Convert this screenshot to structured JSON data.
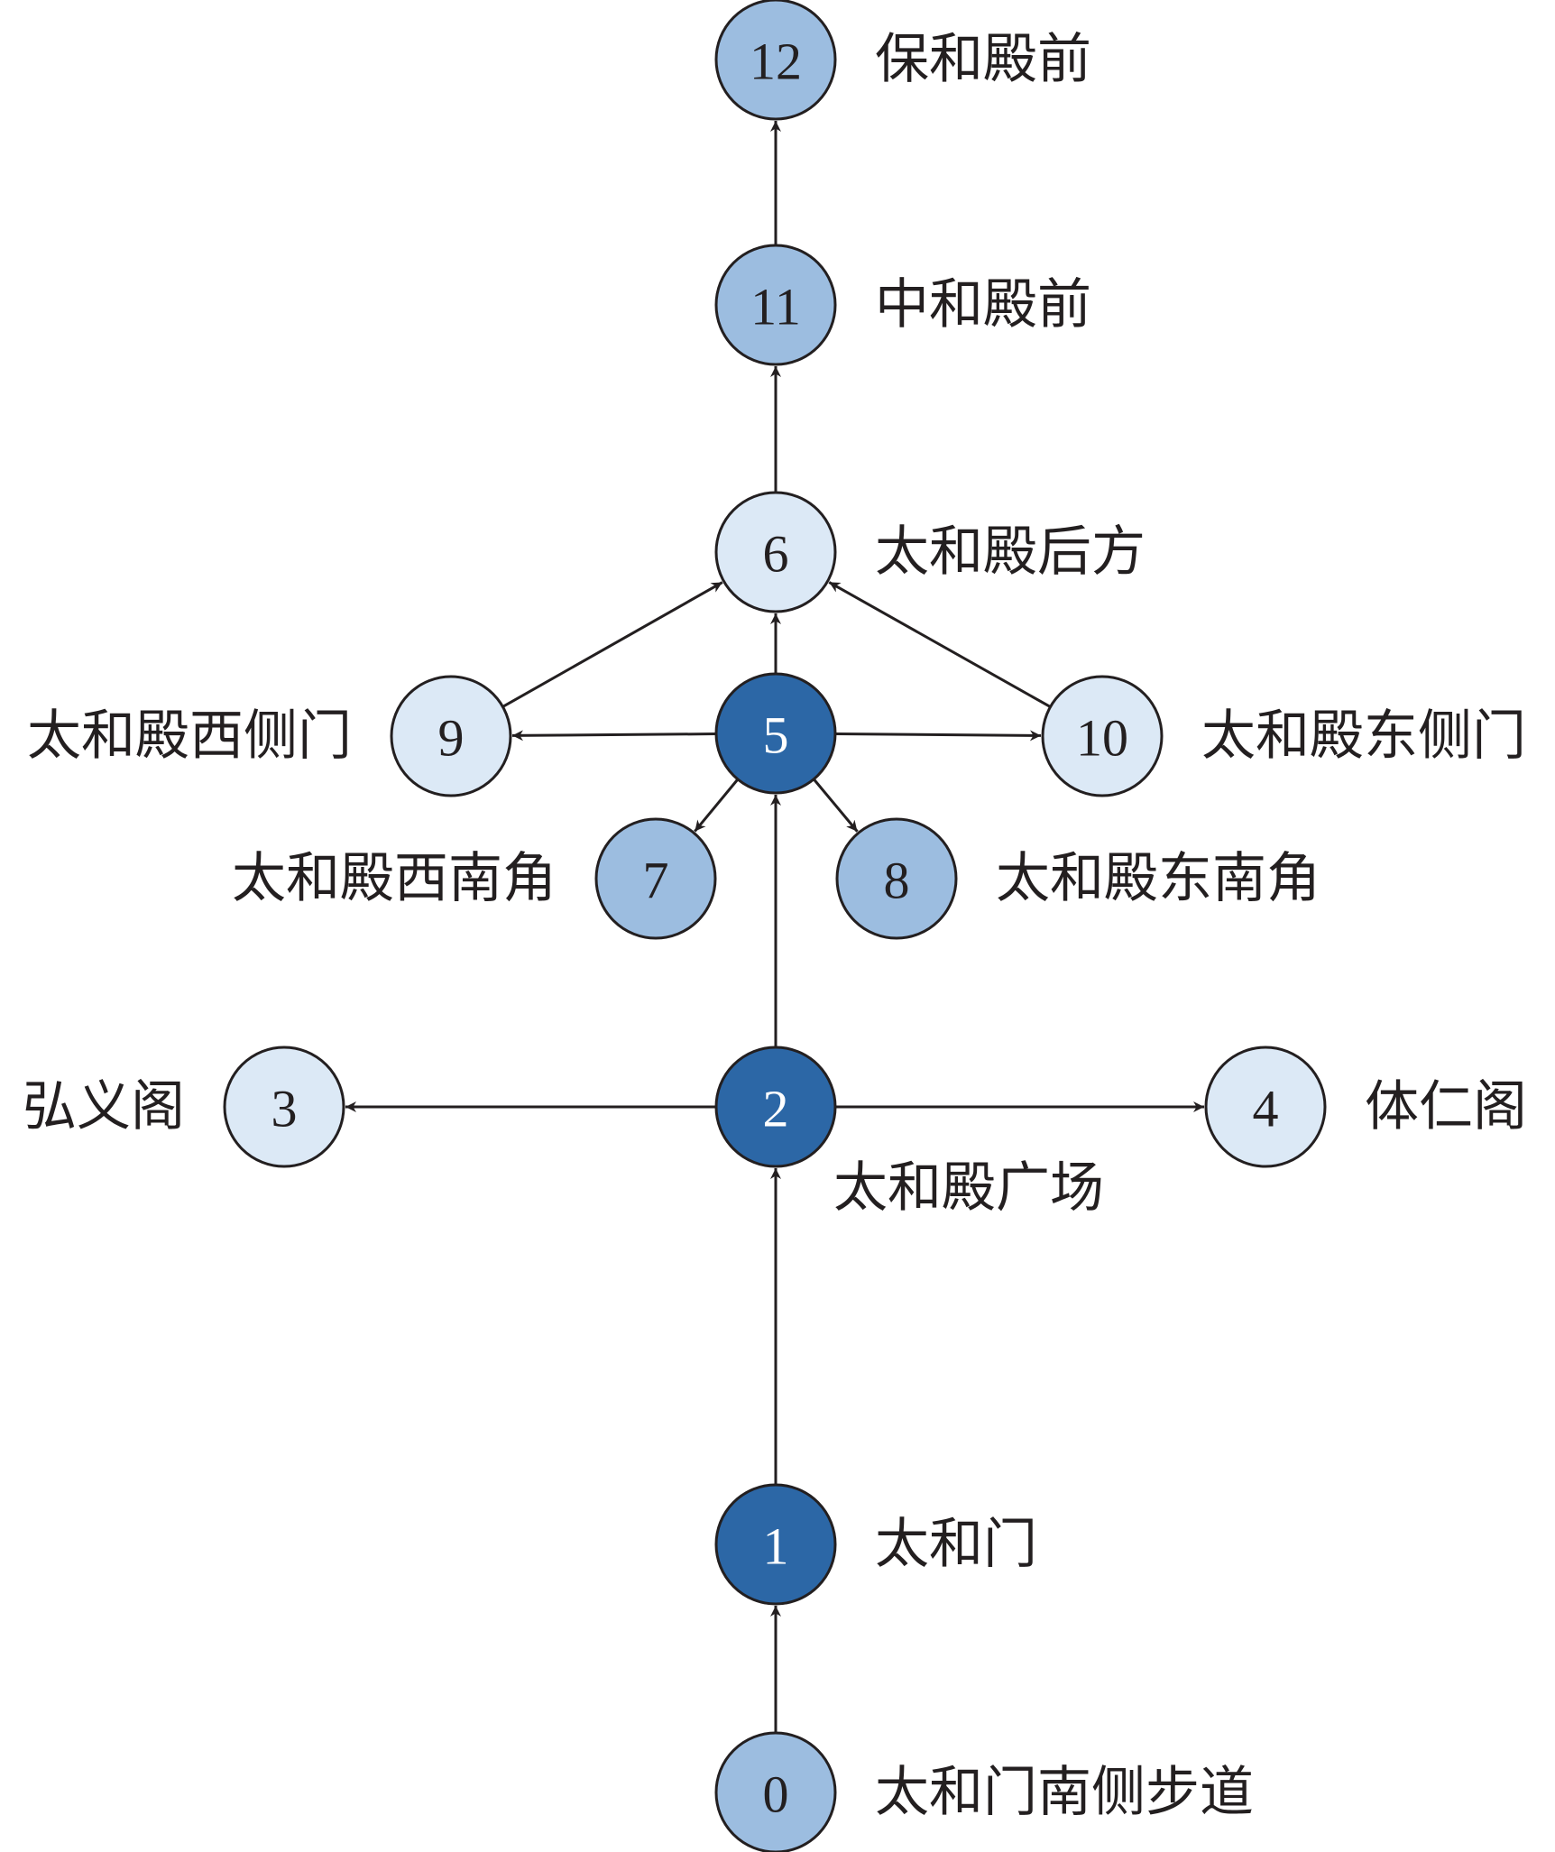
{
  "colors": {
    "dark": "#2c67a6",
    "medium": "#9cbde0",
    "light": "#dce9f6",
    "stroke": "#231f20",
    "text_dark": "#231f20",
    "text_light": "#ffffff"
  },
  "nodes": [
    {
      "id": "0",
      "number": "0",
      "label": "太和门南侧步道",
      "shade": "medium"
    },
    {
      "id": "1",
      "number": "1",
      "label": "太和门",
      "shade": "dark"
    },
    {
      "id": "2",
      "number": "2",
      "label": "太和殿广场",
      "shade": "dark"
    },
    {
      "id": "3",
      "number": "3",
      "label": "弘义阁",
      "shade": "light"
    },
    {
      "id": "4",
      "number": "4",
      "label": "体仁阁",
      "shade": "light"
    },
    {
      "id": "5",
      "number": "5",
      "label": "",
      "shade": "dark"
    },
    {
      "id": "6",
      "number": "6",
      "label": "太和殿后方",
      "shade": "light"
    },
    {
      "id": "7",
      "number": "7",
      "label": "太和殿西南角",
      "shade": "medium"
    },
    {
      "id": "8",
      "number": "8",
      "label": "太和殿东南角",
      "shade": "medium"
    },
    {
      "id": "9",
      "number": "9",
      "label": "太和殿西侧门",
      "shade": "light"
    },
    {
      "id": "10",
      "number": "10",
      "label": "太和殿东侧门",
      "shade": "light"
    },
    {
      "id": "11",
      "number": "11",
      "label": "中和殿前",
      "shade": "medium"
    },
    {
      "id": "12",
      "number": "12",
      "label": "保和殿前",
      "shade": "medium"
    }
  ],
  "edges": [
    {
      "from": "0",
      "to": "1"
    },
    {
      "from": "1",
      "to": "2"
    },
    {
      "from": "2",
      "to": "3"
    },
    {
      "from": "2",
      "to": "4"
    },
    {
      "from": "2",
      "to": "5"
    },
    {
      "from": "5",
      "to": "6"
    },
    {
      "from": "5",
      "to": "7"
    },
    {
      "from": "5",
      "to": "8"
    },
    {
      "from": "5",
      "to": "9"
    },
    {
      "from": "5",
      "to": "10"
    },
    {
      "from": "9",
      "to": "6"
    },
    {
      "from": "10",
      "to": "6"
    },
    {
      "from": "6",
      "to": "11"
    },
    {
      "from": "11",
      "to": "12"
    }
  ]
}
